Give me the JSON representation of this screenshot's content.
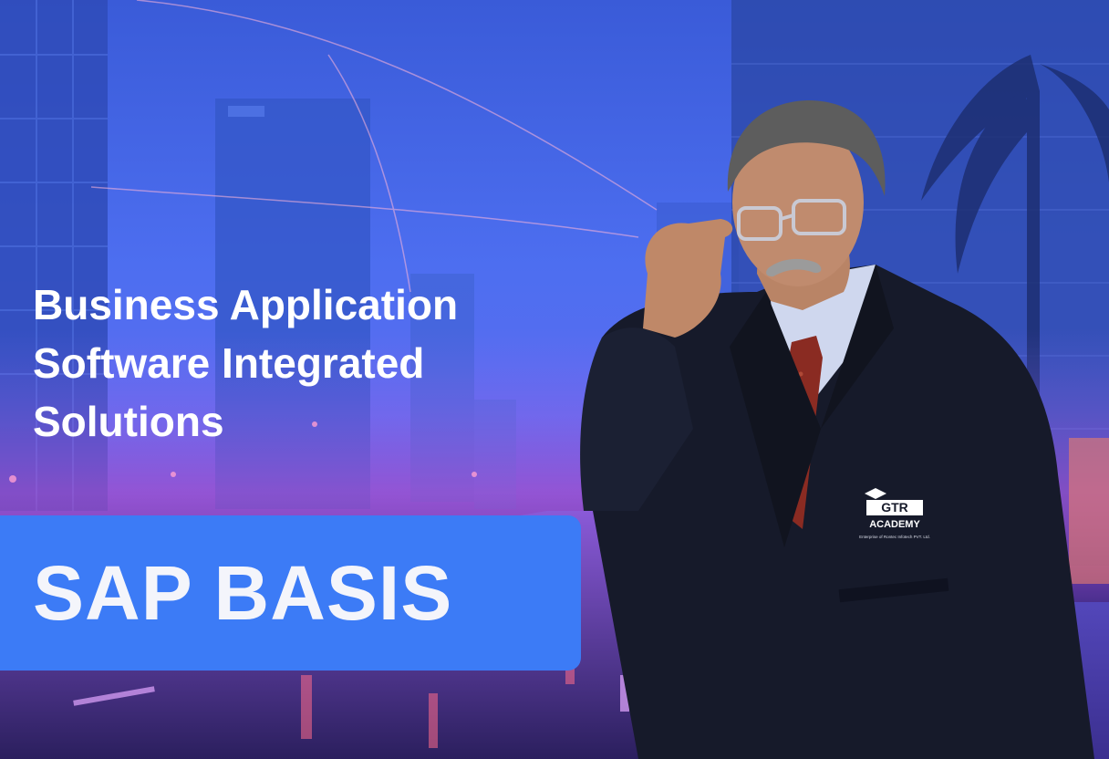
{
  "headline": {
    "lines": [
      "Business Application",
      "Software Integrated",
      "Solutions"
    ]
  },
  "badge": {
    "label": "SAP BASIS"
  },
  "logo": {
    "brand": "GTR",
    "subtitle": "ACADEMY",
    "tagline": "Enterprise of Rontec Infotech PVT. Ltd."
  },
  "colors": {
    "badge": "#3c7bf6",
    "sky_top": "#3a5bd8",
    "sky_mid": "#4d6ef0",
    "road_glow": "#c14fd0",
    "suit": "#161a2a",
    "tie": "#8a2b22",
    "text": "#ffffff"
  }
}
